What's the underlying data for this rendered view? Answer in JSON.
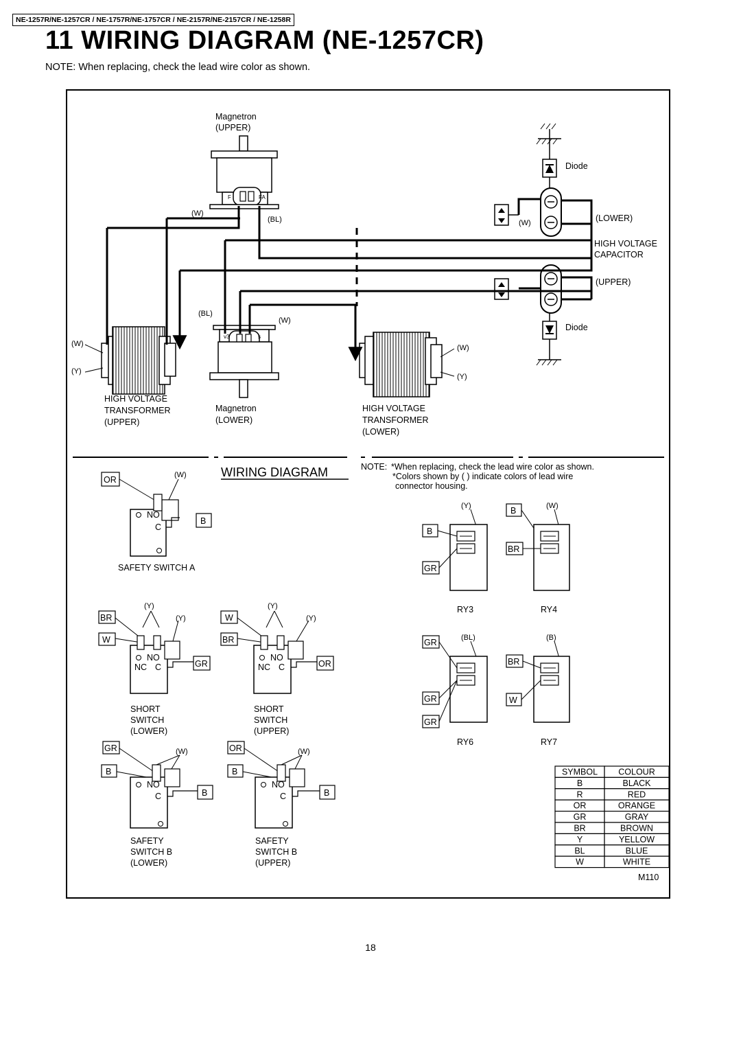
{
  "header": {
    "models": "NE-1257R/NE-1257CR / NE-1757R/NE-1757CR / NE-2157R/NE-2157CR / NE-1258R",
    "title": "11 WIRING DIAGRAM (NE-1257CR)",
    "note": "NOTE: When replacing, check the lead wire color as shown."
  },
  "upper_diagram": {
    "magnetron_upper": {
      "name": "Magnetron",
      "pos": "(UPPER)",
      "lead_left": "(W)",
      "lead_right": "(BL)",
      "terminal_f": "F",
      "terminal_fa": "FA"
    },
    "magnetron_lower": {
      "name": "Magnetron",
      "pos": "(LOWER)",
      "lead_left": "(BL)",
      "lead_right": "(W)",
      "terminal_l": "v3",
      "terminal_r": "s"
    },
    "diode": "Diode",
    "hv_capacitor": {
      "line1": "HIGH VOLTAGE",
      "line2": "CAPACITOR",
      "lower": "(LOWER)",
      "upper": "(UPPER)",
      "lead": "(W)"
    },
    "transformer_upper": {
      "line1": "HIGH VOLTAGE",
      "line2": "TRANSFORMER",
      "line3": "(UPPER)",
      "lead_w": "(W)",
      "lead_y": "(Y)"
    },
    "transformer_lower": {
      "line1": "HIGH VOLTAGE",
      "line2": "TRANSFORMER",
      "line3": "(LOWER)",
      "lead_w": "(W)",
      "lead_y": "(Y)"
    }
  },
  "lower_section": {
    "title": "WIRING DIAGRAM",
    "note_prefix": "NOTE:",
    "note_line1": "*When replacing, check the lead wire color as shown.",
    "note_line2": "*Colors shown by (    ) indicate colors of lead wire",
    "note_line3": "connector housing."
  },
  "switches": {
    "no": "NO",
    "c": "C",
    "nc": "NC",
    "safety_a": {
      "label": "SAFETY SWITCH A",
      "tag_left": "OR",
      "tag_right": "B",
      "lead": "(W)"
    },
    "short_lower": {
      "l1": "SHORT",
      "l2": "SWITCH",
      "l3": "(LOWER)",
      "tag_tl": "BR",
      "tag_bl": "W",
      "tag_r": "GR",
      "lead_top": "(Y)",
      "lead_right": "(Y)"
    },
    "short_upper": {
      "l1": "SHORT",
      "l2": "SWITCH",
      "l3": "(UPPER)",
      "tag_tl": "W",
      "tag_bl": "BR",
      "tag_r": "OR",
      "lead_top": "(Y)",
      "lead_right": "(Y)"
    },
    "safety_b_lower": {
      "l1": "SAFETY",
      "l2": "SWITCH B",
      "l3": "(LOWER)",
      "tag_tl": "GR",
      "tag_bl": "B",
      "tag_r": "B",
      "lead": "(W)"
    },
    "safety_b_upper": {
      "l1": "SAFETY",
      "l2": "SWITCH B",
      "l3": "(UPPER)",
      "tag_tl": "OR",
      "tag_bl": "B",
      "tag_r": "B",
      "lead": "(W)"
    }
  },
  "relays": {
    "ry3": {
      "label": "RY3",
      "lead": "(Y)",
      "tags": [
        "B",
        "GR"
      ]
    },
    "ry4": {
      "label": "RY4",
      "lead": "(W)",
      "tags": [
        "B",
        "BR"
      ]
    },
    "ry6": {
      "label": "RY6",
      "lead": "(BL)",
      "tags": [
        "GR",
        "GR",
        "GR"
      ]
    },
    "ry7": {
      "label": "RY7",
      "lead": "(B)",
      "tags": [
        "BR",
        "W"
      ]
    }
  },
  "color_table": {
    "headers": [
      "SYMBOL",
      "COLOUR"
    ],
    "rows": [
      [
        "B",
        "BLACK"
      ],
      [
        "R",
        "RED"
      ],
      [
        "OR",
        "ORANGE"
      ],
      [
        "GR",
        "GRAY"
      ],
      [
        "BR",
        "BROWN"
      ],
      [
        "Y",
        "YELLOW"
      ],
      [
        "BL",
        "BLUE"
      ],
      [
        "W",
        "WHITE"
      ]
    ]
  },
  "figure_code": "M110",
  "page_number": "18"
}
